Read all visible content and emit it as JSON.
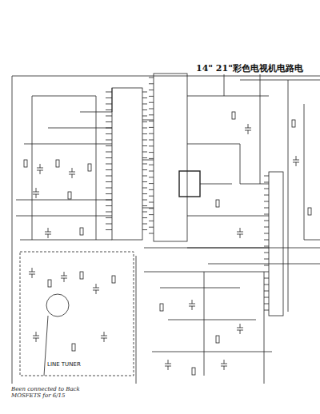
{
  "diagram": {
    "title": "14\" 21\"彩色电视机电路电",
    "labels": [
      "LINE TUNER",
      "Been connected to Back MOSFETS for 6/15"
    ]
  }
}
